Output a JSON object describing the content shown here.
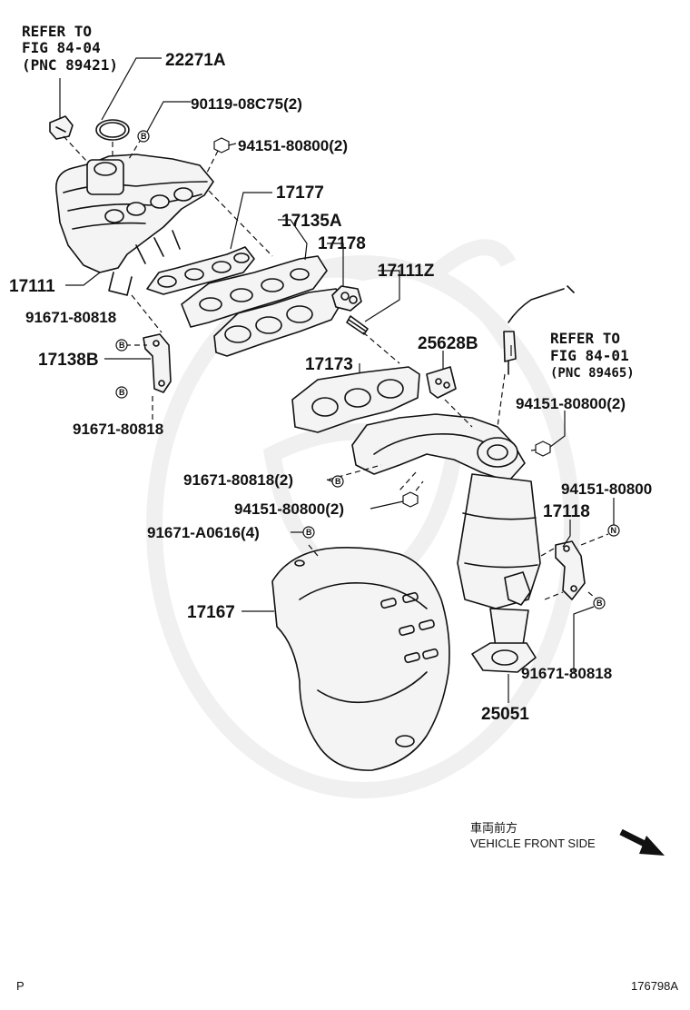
{
  "refer_top": {
    "line1": "REFER TO",
    "line2": "FIG 84-04",
    "line3": "(PNC 89421)"
  },
  "refer_right": {
    "line1": "REFER TO",
    "line2": "FIG 84-01",
    "line3": "(PNC 89465)"
  },
  "parts": {
    "p22271A": "22271A",
    "p90119": "90119-08C75(2)",
    "p94151_top": "94151-80800(2)",
    "p17177": "17177",
    "p17135A": "17135A",
    "p17178": "17178",
    "p17111Z": "17111Z",
    "p17111": "17111",
    "p91671_a": "91671-80818",
    "p17138B": "17138B",
    "p91671_b": "91671-80818",
    "p25628B": "25628B",
    "p17173": "17173",
    "p94151_right": "94151-80800(2)",
    "p91671_c": "91671-80818(2)",
    "p94151_mid": "94151-80800(2)",
    "p94151_single": "94151-80800",
    "p17118": "17118",
    "p91671A": "91671-A0616(4)",
    "p17167": "17167",
    "p91671_d": "91671-80818",
    "p25051": "25051"
  },
  "direction": {
    "jp": "車両前方",
    "en": "VEHICLE FRONT SIDE"
  },
  "footer": {
    "left": "P",
    "right": "176798A"
  },
  "bolt_marks": {
    "b": "B",
    "n": "N"
  }
}
